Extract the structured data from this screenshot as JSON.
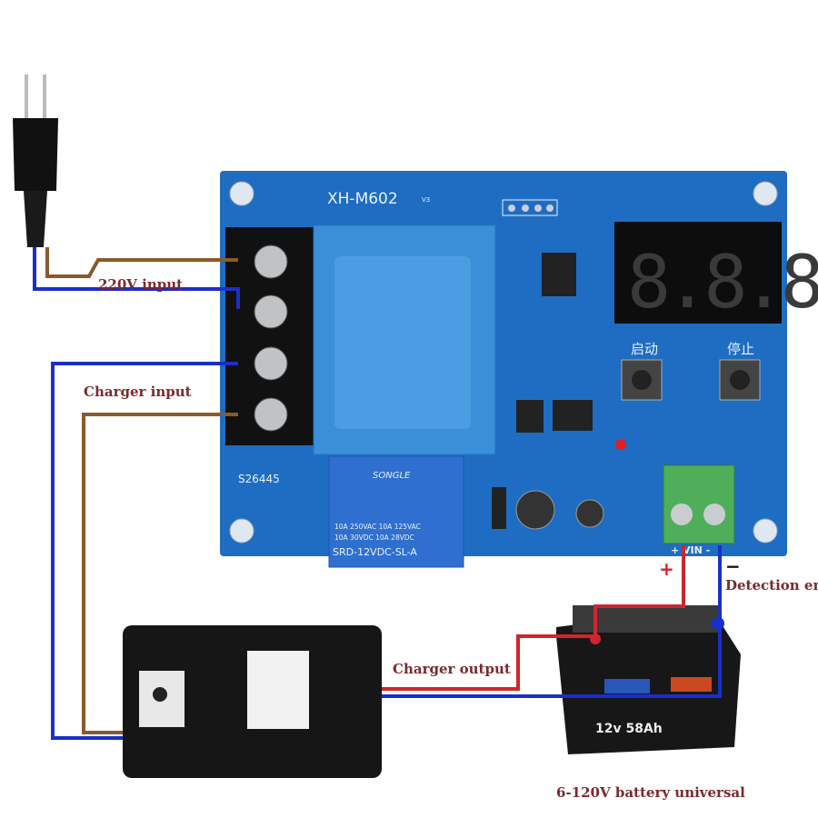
{
  "labels": {
    "ac_input": "220V input",
    "charger_input": "Charger input",
    "charger_output": "Charger output",
    "detection_end": "Detection enc",
    "battery": "6-120V battery universal",
    "plus": "+",
    "minus": "−"
  },
  "board": {
    "model": "XH-M602",
    "version": "V3",
    "serial": "S26445",
    "start_button": "启动",
    "stop_button": "停止",
    "display": "8.8.8",
    "vin_label": "+ VIN -",
    "relay": {
      "brand": "SONGLE",
      "rating1": "10A 250VAC  10A 125VAC",
      "rating2": "10A 30VDC  10A 28VDC",
      "model": "SRD-12VDC-SL-A"
    }
  },
  "battery": {
    "rating": "12v 58Ah"
  },
  "colors": {
    "pcb": "#1f6dc2",
    "ac_wire_brown": "#8a5a2b",
    "wire_blue": "#1a2fc8",
    "wire_red": "#d0252e",
    "label_text": "#7a2a2e"
  }
}
